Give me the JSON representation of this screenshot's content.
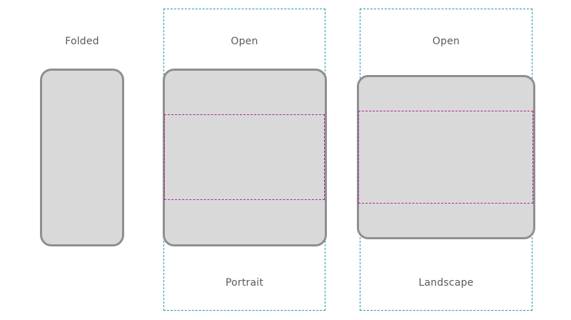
{
  "folded": {
    "label": "Folded"
  },
  "portrait": {
    "label_top": "Open",
    "label_bottom": "Portrait"
  },
  "landscape": {
    "label_top": "Open",
    "label_bottom": "Landscape"
  },
  "colors": {
    "device_fill": "#d9d9d9",
    "device_border": "#8f8f8f",
    "outline_dashed": "#1f9aa8",
    "region_dashed": "#b0209b"
  }
}
